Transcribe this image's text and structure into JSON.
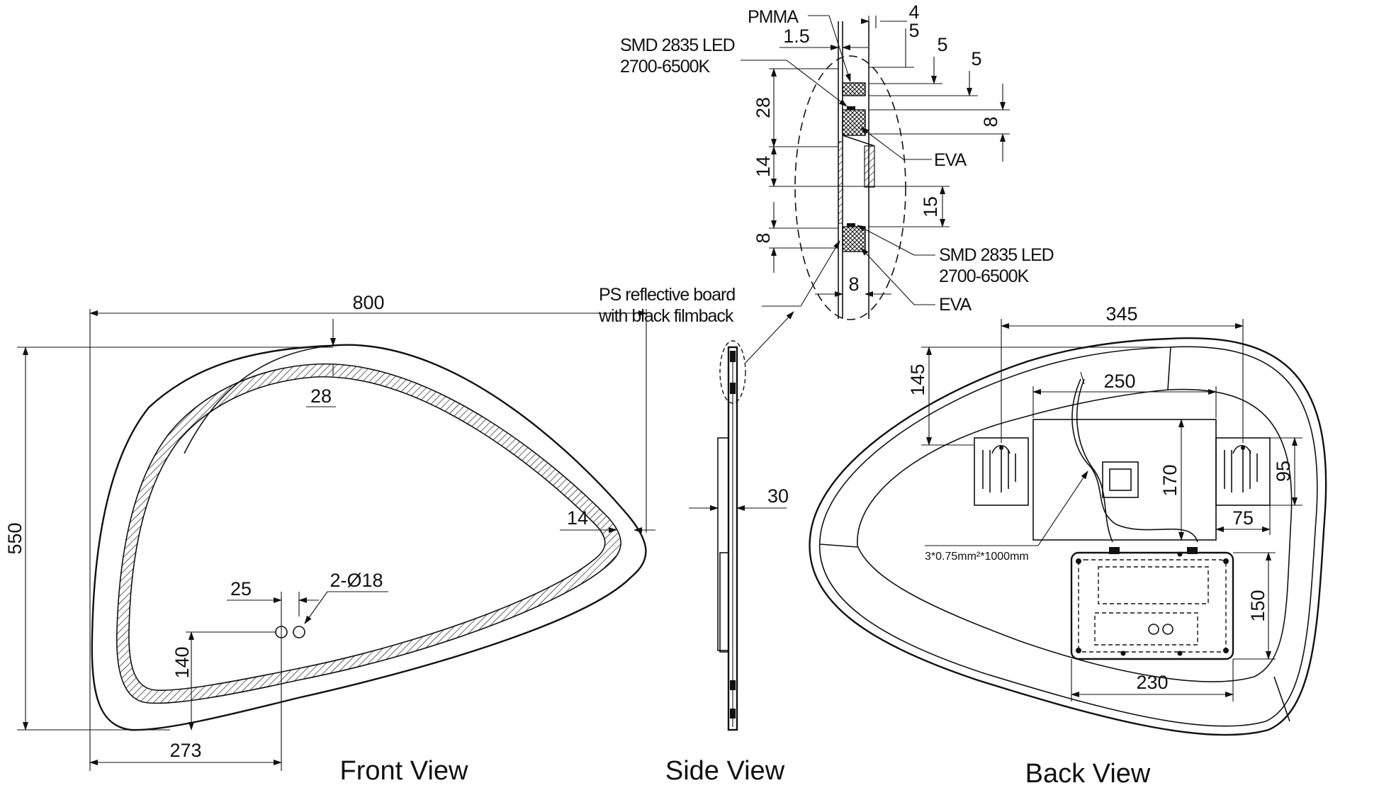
{
  "views": {
    "front": "Front View",
    "side": "Side View",
    "back": "Back View"
  },
  "front_dims": {
    "width": "800",
    "height": "550",
    "led_band": "28",
    "edge": "14",
    "hole_offset": "25",
    "holes": "2-Ø18",
    "hole_height": "140",
    "hole_x": "273"
  },
  "side_dims": {
    "depth": "30"
  },
  "detail": {
    "pmma": "PMMA",
    "led_top_1": "SMD 2835 LED",
    "led_top_2": "2700-6500K",
    "led_bottom_1": "SMD 2835 LED",
    "led_bottom_2": "2700-6500K",
    "eva_top": "EVA",
    "eva_bottom": "EVA",
    "ps_board_1": "PS reflective board",
    "ps_board_2": "with black filmback",
    "d_4": "4",
    "d_1_5": "1.5",
    "d_5a": "5",
    "d_5b": "5",
    "d_5c": "5",
    "d_28": "28",
    "d_14": "14",
    "d_8_right": "8",
    "d_15": "15",
    "d_8_left": "8",
    "d_8_bottom": "8"
  },
  "back_dims": {
    "hanger_span": "345",
    "hanger_top": "145",
    "box_width": "250",
    "box_height": "170",
    "hanger_height": "95",
    "hanger_width": "75",
    "cable": "3*0.75mm²*1000mm",
    "driver_height": "150",
    "driver_width": "230"
  }
}
